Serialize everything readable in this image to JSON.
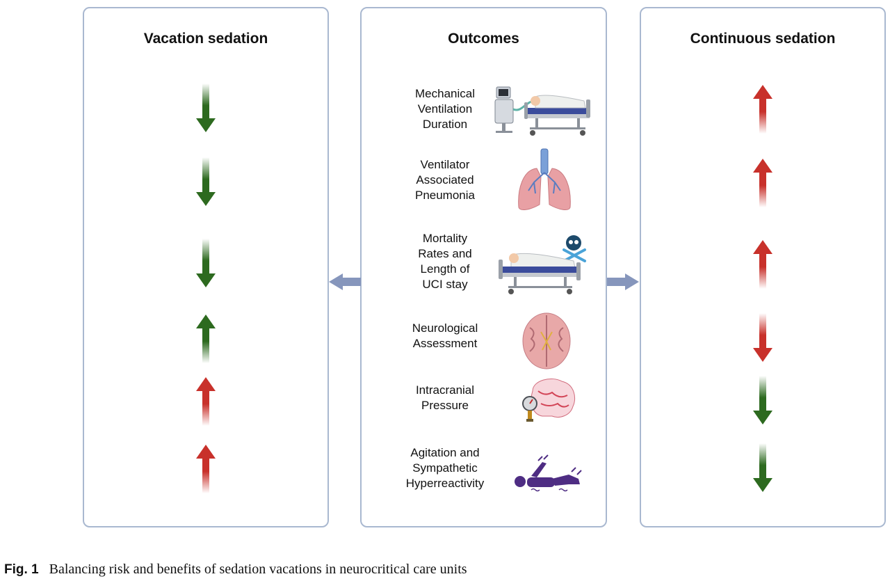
{
  "panels": {
    "left": {
      "title": "Vacation sedation"
    },
    "middle": {
      "title": "Outcomes"
    },
    "right": {
      "title": "Continuous sedation"
    }
  },
  "outcomes": [
    {
      "label": "Mechanical\nVentilation\nDuration",
      "icon": "ventilator-bed-icon",
      "vacation": "down",
      "continuous": "up"
    },
    {
      "label": "Ventilator\nAssociated\nPneumonia",
      "icon": "lungs-icon",
      "vacation": "down",
      "continuous": "up"
    },
    {
      "label": "Mortality\nRates and\nLength of\nUCI stay",
      "icon": "hospital-bed-skull-icon",
      "vacation": "down",
      "continuous": "up"
    },
    {
      "label": "Neurological\nAssessment",
      "icon": "brain-icon",
      "vacation": "up",
      "continuous": "down"
    },
    {
      "label": "Intracranial\nPressure",
      "icon": "brain-pressure-gauge-icon",
      "vacation": "up",
      "continuous": "down"
    },
    {
      "label": "Agitation and\nSympathetic\nHyperreactivity",
      "icon": "agitated-patient-icon",
      "vacation": "up",
      "continuous": "down"
    }
  ],
  "colors": {
    "green": "#2d6a1f",
    "red": "#c8312b",
    "border": "#a9b8d0",
    "side_arrow": "#8696bc"
  },
  "caption": {
    "fig_label": "Fig. 1",
    "text": "Balancing risk and benefits of sedation vacations in neurocritical care units"
  }
}
